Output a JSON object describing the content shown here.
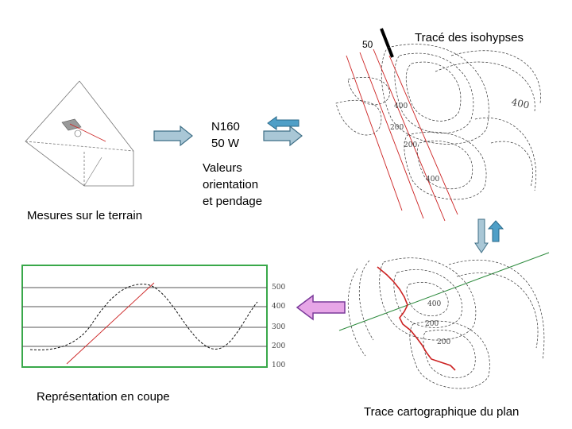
{
  "title_isohypses": "Tracé des isohypses",
  "label_terrain": "Mesures sur le terrain",
  "measure": {
    "orientation": "N160",
    "pendage": "50 W"
  },
  "label_values": [
    "Valeurs",
    "orientation",
    "et pendage"
  ],
  "label_coupe": "Représentation en coupe",
  "label_trace": "Trace cartographique du plan",
  "compass_value": "50",
  "map_top_labels": [
    "400",
    "200",
    "200",
    "400",
    "400"
  ],
  "map_bottom_labels": [
    "400",
    "200",
    "200"
  ],
  "profile_labels": [
    "500",
    "400",
    "300",
    "200",
    "100"
  ],
  "colors": {
    "arrow_fill": "#a9c7d6",
    "arrow_stroke": "#3f6f86",
    "pink_arrow": "#e7a6e7",
    "pink_stroke": "#7a3a9a",
    "trace_red": "#cc2222",
    "plane_green": "#2e8b3e",
    "frame_green": "#39a84a"
  }
}
